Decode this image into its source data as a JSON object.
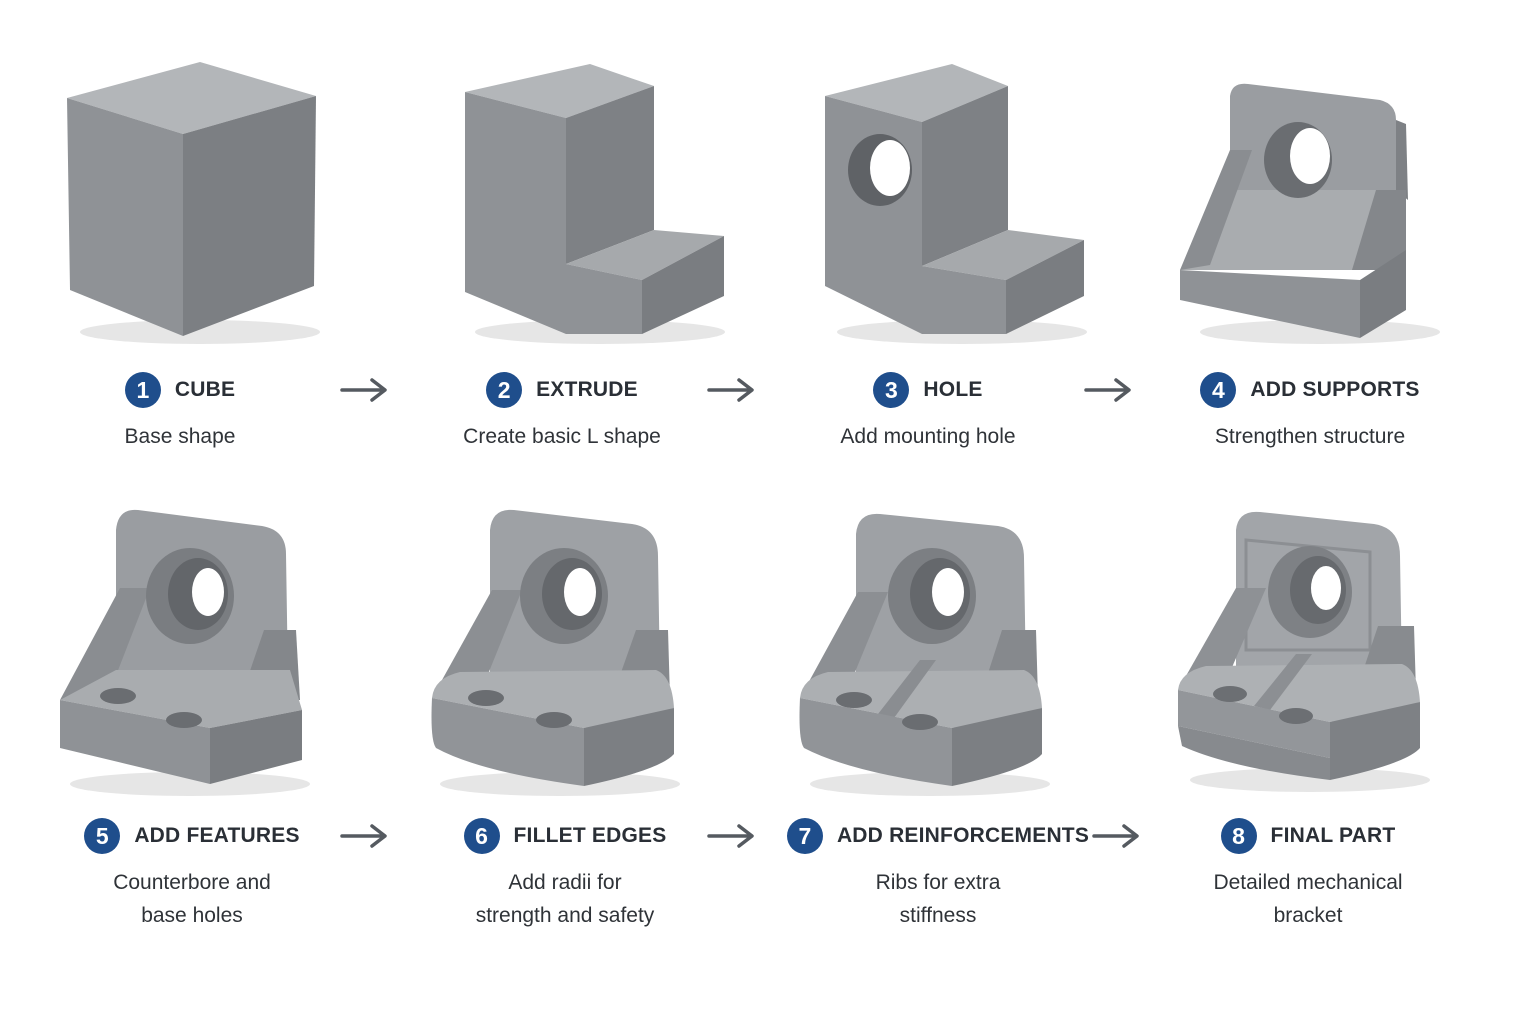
{
  "colors": {
    "badge": "#1f4e8c",
    "arrow": "#555a60",
    "metal_front": "#8f9296",
    "metal_top": "#b4b7ba",
    "metal_side": "#7b7e82"
  },
  "steps": [
    {
      "number": "1",
      "title": "CUBE",
      "description": [
        "Base shape"
      ],
      "icon": "cube-model"
    },
    {
      "number": "2",
      "title": "EXTRUDE",
      "description": [
        "Create basic L shape"
      ],
      "icon": "l-shape-model"
    },
    {
      "number": "3",
      "title": "HOLE",
      "description": [
        "Add mounting hole"
      ],
      "icon": "l-shape-hole-model"
    },
    {
      "number": "4",
      "title": "ADD SUPPORTS",
      "description": [
        "Strengthen structure"
      ],
      "icon": "bracket-supports-model"
    },
    {
      "number": "5",
      "title": "ADD FEATURES",
      "description": [
        "Counterbore and",
        "base holes"
      ],
      "icon": "bracket-features-model"
    },
    {
      "number": "6",
      "title": "FILLET EDGES",
      "description": [
        "Add radii for",
        "strength and safety"
      ],
      "icon": "bracket-fillet-model"
    },
    {
      "number": "7",
      "title": "ADD REINFORCEMENTS",
      "description": [
        "Ribs for extra",
        "stiffness"
      ],
      "icon": "bracket-ribs-model"
    },
    {
      "number": "8",
      "title": "FINAL PART",
      "description": [
        "Detailed mechanical",
        "bracket"
      ],
      "icon": "bracket-final-model"
    }
  ],
  "arrow_icon": "right-arrow-icon"
}
